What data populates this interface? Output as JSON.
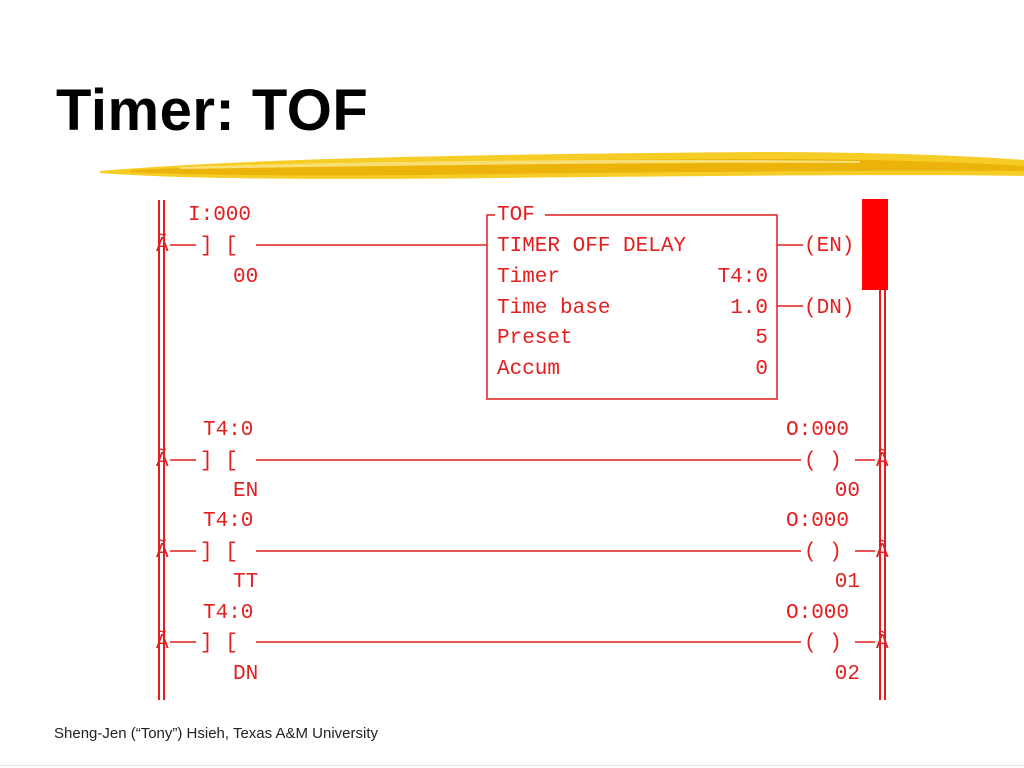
{
  "slide": {
    "title": "Timer: TOF",
    "footer": "Sheng-Jen (“Tony”) Hsieh, Texas A&M University"
  },
  "colors": {
    "ladder": "#e41e1e",
    "highlight": "#ff0000",
    "brush": "#f5c400",
    "title": "#000000"
  },
  "rung1": {
    "input_address": "I:000",
    "contact_marker": "Ã",
    "contact_symbol": "] [",
    "input_bit": "00",
    "block": {
      "instruction": "TOF",
      "name": "TIMER OFF DELAY",
      "timer_label": "Timer",
      "timer_value": "T4:0",
      "time_base_label": "Time base",
      "time_base_value": "1.0",
      "preset_label": "Preset",
      "preset_value": "5",
      "accum_label": "Accum",
      "accum_value": "0"
    },
    "out_en": "(EN)",
    "out_dn": "(DN)"
  },
  "rungs": [
    {
      "contact_address": "T4:0",
      "contact_marker": "Ã",
      "contact_symbol": "] [",
      "contact_bit": "EN",
      "output_address": "O:000",
      "coil_symbol": "( )",
      "output_bit": "00",
      "end_marker": "Ã"
    },
    {
      "contact_address": "T4:0",
      "contact_marker": "Ã",
      "contact_symbol": "] [",
      "contact_bit": "TT",
      "output_address": "O:000",
      "coil_symbol": "( )",
      "output_bit": "01",
      "end_marker": "Ã"
    },
    {
      "contact_address": "T4:0",
      "contact_marker": "Ã",
      "contact_symbol": "] [",
      "contact_bit": "DN",
      "output_address": "O:000",
      "coil_symbol": "( )",
      "output_bit": "02",
      "end_marker": "Ã"
    }
  ]
}
